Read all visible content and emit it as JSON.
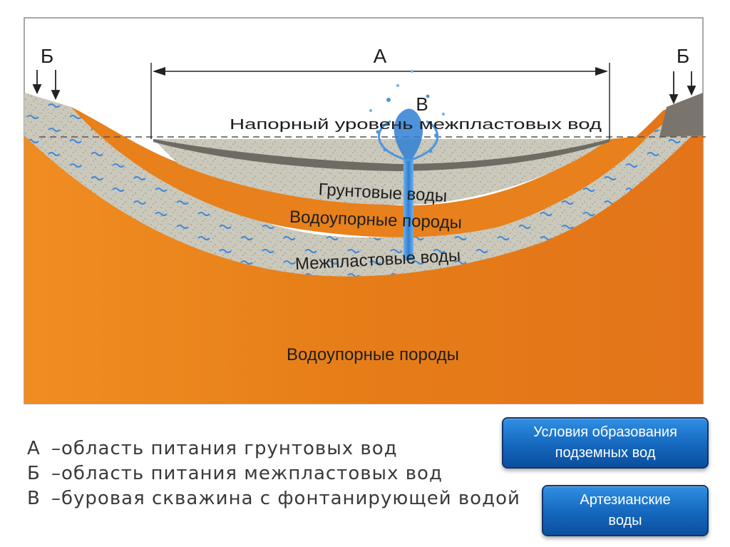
{
  "diagram": {
    "label_A": "А",
    "label_B_left": "Б",
    "label_B_right": "Б",
    "label_V": "В",
    "pressure_level": "Напорный уровень межпластовых вод",
    "groundwater": "Грунтовые воды",
    "aquiclude_middle": "Водоупорные породы",
    "interstratal_water": "Межпластовые воды",
    "aquiclude_bottom": "Водоупорные породы"
  },
  "legend": [
    {
      "key": "А",
      "text": "–область питания грунтовых вод"
    },
    {
      "key": "Б",
      "text": "–область питания межпластовых вод"
    },
    {
      "key": "В",
      "text": "–буровая скважина с фонтанирующей водой"
    }
  ],
  "buttons": {
    "conditions": [
      "Условия образования",
      "подземных вод"
    ],
    "artesian": [
      "Артезианские",
      "воды"
    ]
  },
  "colors": {
    "rock_orange": "#e8811c",
    "aquifer_gray": "#c9c6ba",
    "water_blue": "#3b86d6",
    "button_blue": "#1467bd"
  }
}
